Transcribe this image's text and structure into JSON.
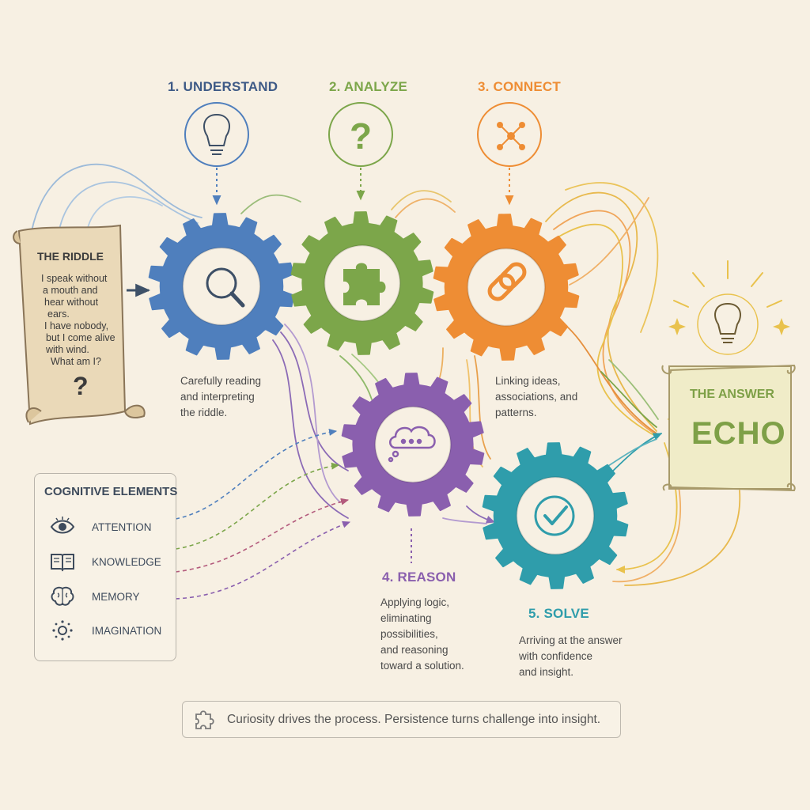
{
  "riddle": {
    "title": "THE RIDDLE",
    "lines": [
      "I speak without",
      "a mouth and",
      "hear without",
      "ears.",
      "I have nobody,",
      "but I come alive",
      "with wind.",
      "What am I?"
    ],
    "mark": "?"
  },
  "stages": [
    {
      "label": "1. UNDERSTAND",
      "color": "#4f7fbd",
      "icon": "lightbulb-icon",
      "gear_icon": "magnifier-icon",
      "desc": [
        "Carefully reading",
        "and interpreting",
        "the riddle."
      ]
    },
    {
      "label": "2. ANALYZE",
      "color": "#7ca64a",
      "icon": "question-mark-icon",
      "gear_icon": "puzzle-piece-icon",
      "desc": [],
      "glyph": "?"
    },
    {
      "label": "3. CONNECT",
      "color": "#ee8d34",
      "icon": "network-nodes-icon",
      "gear_icon": "chain-link-icon",
      "desc": [
        "Linking ideas,",
        "associations, and",
        "patterns."
      ]
    },
    {
      "label": "4. REASON",
      "color": "#8a5fae",
      "gear_icon": "thought-bubble-icon",
      "desc": [
        "Applying logic,",
        "eliminating",
        "possibilities,",
        "and reasoning",
        "toward a solution."
      ]
    },
    {
      "label": "5. SOLVE",
      "color": "#2f9dab",
      "gear_icon": "checkmark-icon",
      "desc": [
        "Arriving at the answer",
        "with confidence",
        "and insight."
      ]
    }
  ],
  "answer": {
    "title": "THE ANSWER",
    "value": "ECHO",
    "icon": "glowing-lightbulb-icon"
  },
  "cognitive": {
    "title": "COGNITIVE ELEMENTS",
    "items": [
      {
        "label": "ATTENTION",
        "icon": "eye-icon"
      },
      {
        "label": "KNOWLEDGE",
        "icon": "open-book-icon"
      },
      {
        "label": "MEMORY",
        "icon": "brain-icon"
      },
      {
        "label": "IMAGINATION",
        "icon": "sparkle-icon"
      }
    ]
  },
  "footer": {
    "text": "Curiosity drives the process. Persistence turns challenge into insight.",
    "icon": "puzzle-piece-icon"
  },
  "colors": {
    "background": "#f7f0e3",
    "parchment": "#ead9b8",
    "answer_parchment": "#f0ecc8",
    "answer_text": "#7ea047",
    "blue": "#4f7fbd",
    "green": "#7ca64a",
    "orange": "#ee8d34",
    "purple": "#8a5fae",
    "teal": "#2f9dab",
    "yellow": "#e9c24d"
  }
}
